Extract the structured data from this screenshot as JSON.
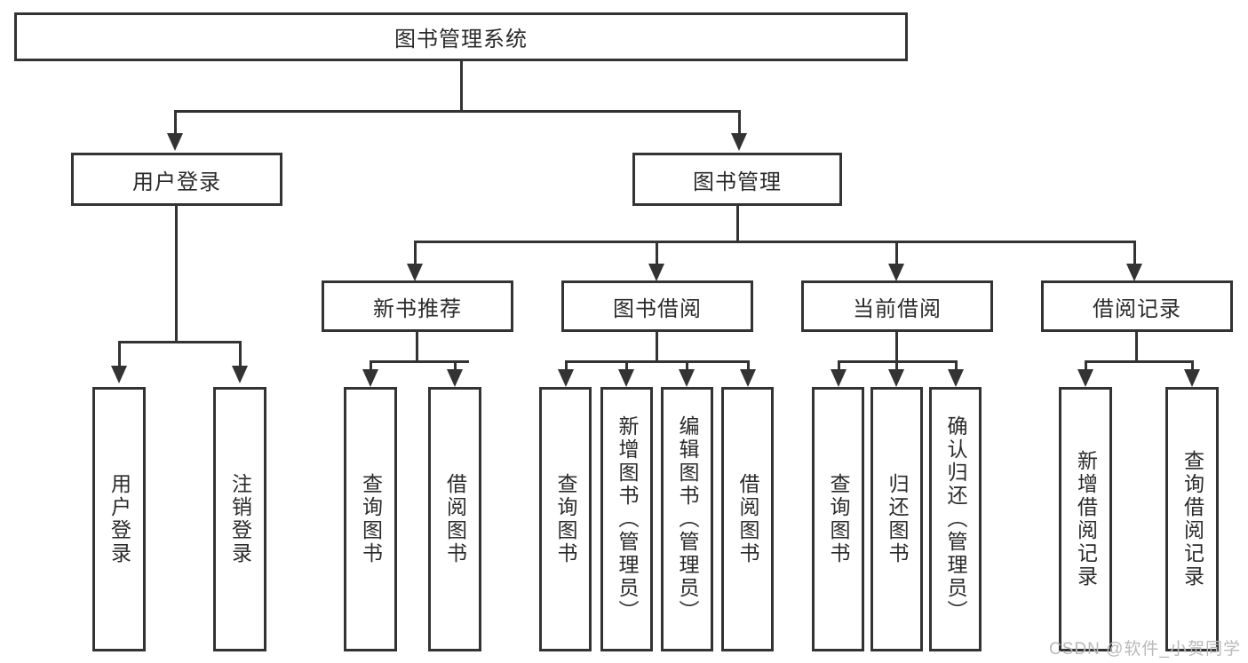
{
  "diagram": {
    "type": "tree-hierarchy-diagram",
    "title": "图书管理系统",
    "root": {
      "label": "图书管理系统"
    },
    "level2": [
      {
        "id": "user-login",
        "label": "用户登录"
      },
      {
        "id": "book-management",
        "label": "图书管理"
      }
    ],
    "level3": [
      {
        "id": "new-book-recommend",
        "label": "新书推荐",
        "parent": "book-management"
      },
      {
        "id": "book-borrow",
        "label": "图书借阅",
        "parent": "book-management"
      },
      {
        "id": "current-borrow",
        "label": "当前借阅",
        "parent": "book-management"
      },
      {
        "id": "borrow-record",
        "label": "借阅记录",
        "parent": "book-management"
      }
    ],
    "leaves": {
      "user_login": [
        {
          "id": "leaf-user-login",
          "label": "用户登录"
        },
        {
          "id": "leaf-logout-login",
          "label": "注销登录"
        }
      ],
      "new_book_recommend": [
        {
          "id": "leaf-query-book-1",
          "label": "查询图书"
        },
        {
          "id": "leaf-borrow-book-1",
          "label": "借阅图书"
        }
      ],
      "book_borrow": [
        {
          "id": "leaf-query-book-2",
          "label": "查询图书"
        },
        {
          "id": "leaf-add-book",
          "label": "新增图书（管理员）"
        },
        {
          "id": "leaf-edit-book",
          "label": "编辑图书（管理员）"
        },
        {
          "id": "leaf-borrow-book-2",
          "label": "借阅图书"
        }
      ],
      "current_borrow": [
        {
          "id": "leaf-query-book-3",
          "label": "查询图书"
        },
        {
          "id": "leaf-return-book",
          "label": "归还图书"
        },
        {
          "id": "leaf-confirm-return",
          "label": "确认归还（管理员）"
        }
      ],
      "borrow_record": [
        {
          "id": "leaf-add-record",
          "label": "新增借阅记录"
        },
        {
          "id": "leaf-query-record",
          "label": "查询借阅记录"
        }
      ]
    },
    "colors": {
      "stroke": "#333333",
      "fill": "#ffffff",
      "text": "#2b2b2b",
      "watermark": "#b9b9b9"
    }
  },
  "watermark": {
    "text": "CSDN @软件_小贺同学"
  }
}
